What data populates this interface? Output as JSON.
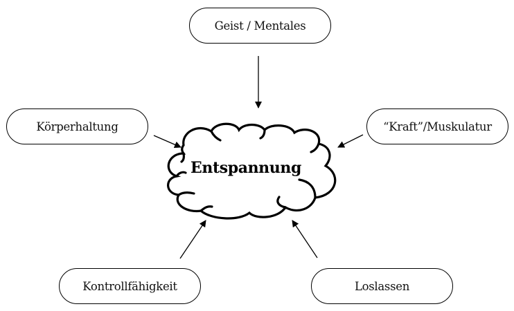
{
  "diagram": {
    "center": {
      "label": "Entspannung",
      "shape": "cloud"
    },
    "nodes": [
      {
        "id": "top",
        "label": "Geist / Mentales"
      },
      {
        "id": "left",
        "label": "Körperhaltung"
      },
      {
        "id": "right",
        "label": "“Kraft”/Muskulatur"
      },
      {
        "id": "bottom-left",
        "label": "Kontrollfähigkeit"
      },
      {
        "id": "bottom-right",
        "label": "Loslassen"
      }
    ],
    "edges": [
      {
        "from": "top",
        "to": "center"
      },
      {
        "from": "left",
        "to": "center"
      },
      {
        "from": "right",
        "to": "center"
      },
      {
        "from": "bottom-left",
        "to": "center"
      },
      {
        "from": "bottom-right",
        "to": "center"
      }
    ],
    "colors": {
      "stroke": "#000000",
      "background": "#ffffff"
    }
  }
}
